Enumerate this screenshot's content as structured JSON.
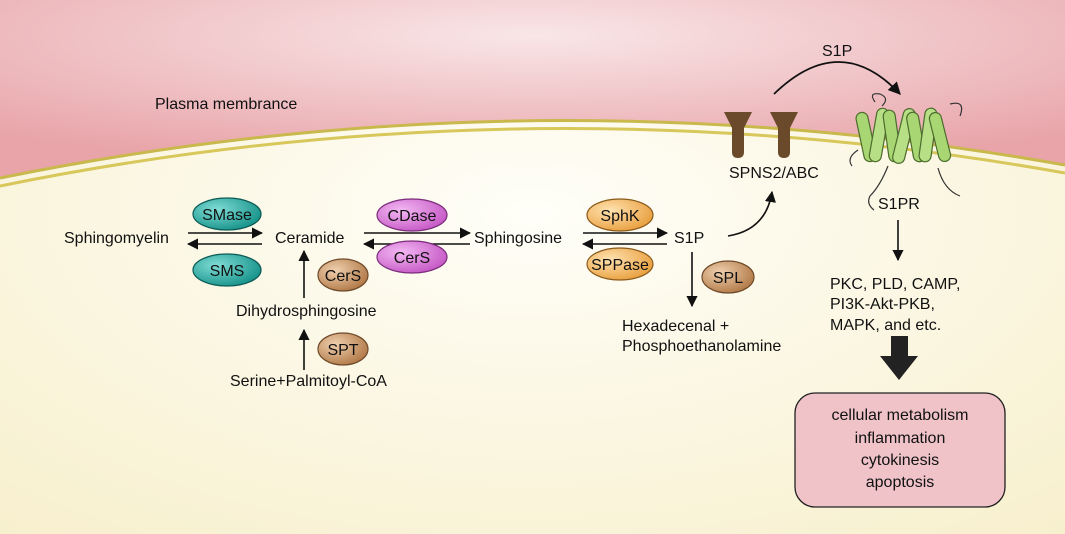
{
  "membrane": {
    "label": "Plasma membrance"
  },
  "molecules": {
    "sphingomyelin": "Sphingomyelin",
    "ceramide": "Ceramide",
    "sphingosine": "Sphingosine",
    "s1p": "S1P",
    "dihydrosphingosine": "Dihydrosphingosine",
    "serine": "Serine+Palmitoyl-CoA",
    "hexadecenal_line1": "Hexadecenal +",
    "hexadecenal_line2": "Phosphoethanolamine",
    "s1p_extracellular": "S1P"
  },
  "enzymes": {
    "smase": "SMase",
    "sms": "SMS",
    "cdase": "CDase",
    "cers_top": "CerS",
    "cers_side": "CerS",
    "spt": "SPT",
    "sphk": "SphK",
    "sppase": "SPPase",
    "spl": "SPL"
  },
  "transporter": {
    "label": "SPNS2/ABC"
  },
  "receptor": {
    "label": "S1PR"
  },
  "signaling": {
    "lines": [
      "PKC, PLD, CAMP,",
      "PI3K-Akt-PKB,",
      "MAPK, and etc."
    ]
  },
  "outcomes": {
    "lines": [
      "cellular metabolism",
      "inflammation",
      "cytokinesis",
      "apoptosis"
    ]
  },
  "colors": {
    "extracellular": "#eba9ad",
    "cytoplasm": "#fbf5dc",
    "membrane": "#c9b84c",
    "teal": "#2ab0a6",
    "magenta": "#d66fd6",
    "tan": "#c89465",
    "orange": "#f2b25c",
    "transporter": "#6b4a2c",
    "receptor": "#a7d672",
    "outcome_box": "#efc3c8"
  }
}
